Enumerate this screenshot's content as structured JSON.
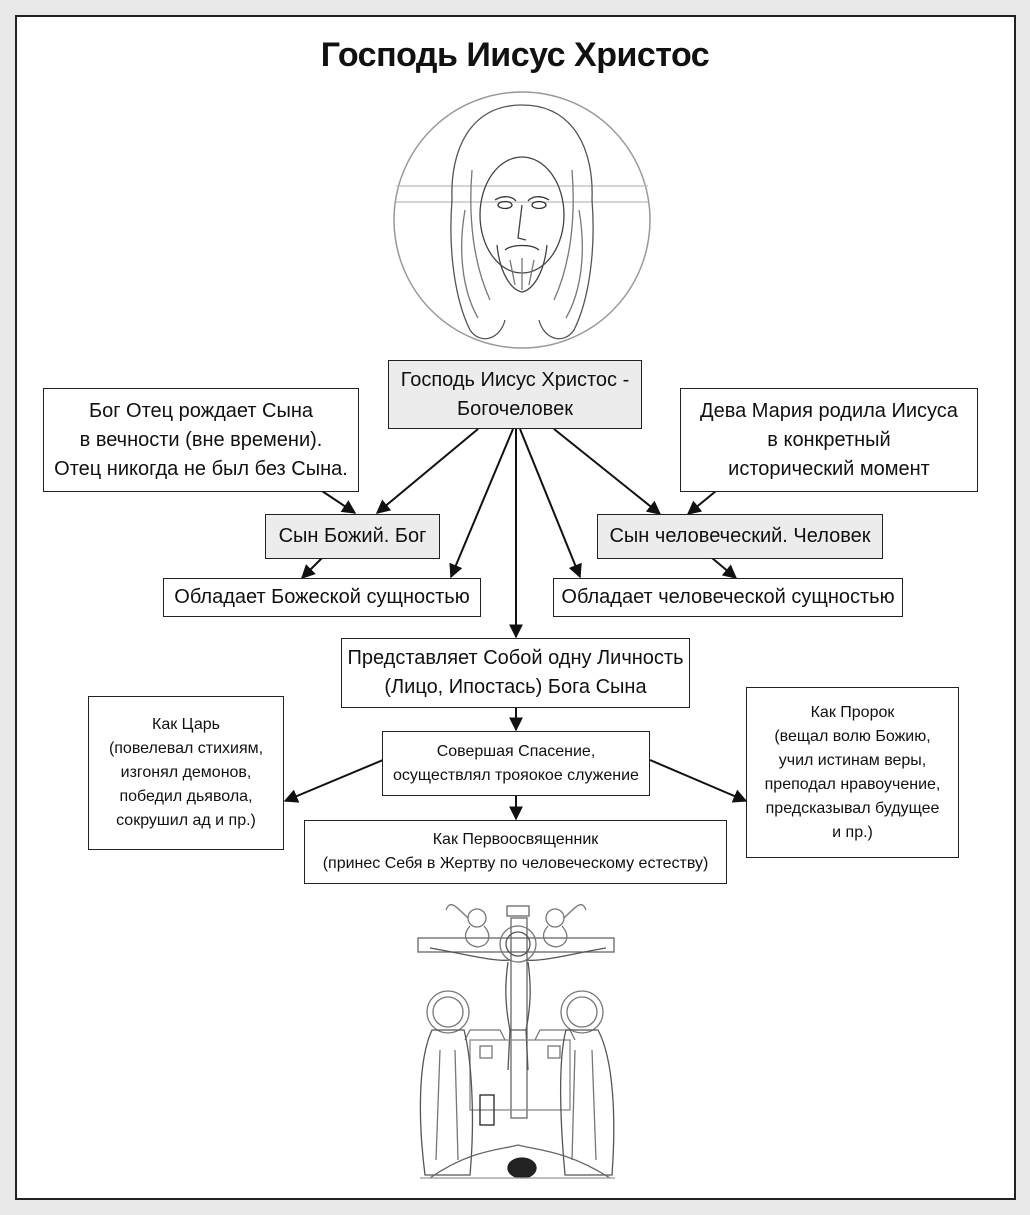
{
  "title": "Господь Иисус Христос",
  "icons": {
    "top_image": "christ-face-icon",
    "bottom_image": "crucifixion-icon"
  },
  "nodes": {
    "center": "Господь Иисус Христос -\nБогочеловек",
    "father": "Бог Отец рождает Сына\nв вечности (вне времени).\nОтец никогда не был без Сына.",
    "mary": "Дева Мария родила Иисуса\nв конкретный\nисторический момент",
    "son_of_god": "Сын Божий. Бог",
    "son_of_man": "Сын человеческий. Человек",
    "divine_essence": "Обладает Божеской сущностью",
    "human_essence": "Обладает человеческой сущностью",
    "person": "Представляет Собой одну Личность\n(Лицо, Ипостась) Бога Сына",
    "salvation": "Совершая Спасение,\nосуществлял трояокое служение",
    "king": "Как Царь\n(повелевал стихиям,\nизгонял демонов,\nпобедил дьявола,\nсокрушил ад и пр.)",
    "prophet": "Как Пророк\n(вещал волю Божию,\nучил истинам веры,\nпреподал нравоучение,\nпредсказывал будущее\nи пр.)",
    "priest": "Как Первоосвященник\n(принес Себя в Жертву по человеческому естеству)"
  }
}
